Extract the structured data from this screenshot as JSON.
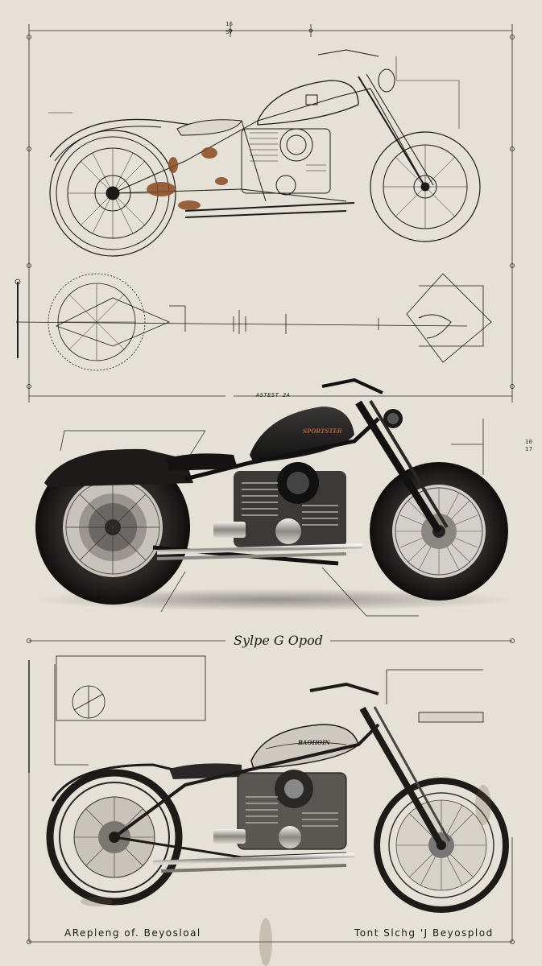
{
  "header": {
    "top_mark_a": "16",
    "top_mark_b": "S7"
  },
  "section_title": "Sylpe G Opod",
  "footer": {
    "left": "ARepleng of. Beyosloal",
    "right": "Tont Slchg  'J Beyosplod"
  },
  "side_marks": {
    "right": "10\n17"
  },
  "middle_label": "ASTEST 2A",
  "tank_badges": {
    "mid": "SPORTSTER",
    "bottom": "BAOHOIN"
  },
  "colors": {
    "paper": "#e6e1d7",
    "ink": "#1d1b18",
    "rust": "#8a4a22",
    "tank": "#222120",
    "chrome": "#c9c6c0"
  },
  "icons": [
    "motorcycle-blueprint-top",
    "motorcycle-photo-middle",
    "motorcycle-sketch-bottom",
    "front-fork-diagram"
  ]
}
